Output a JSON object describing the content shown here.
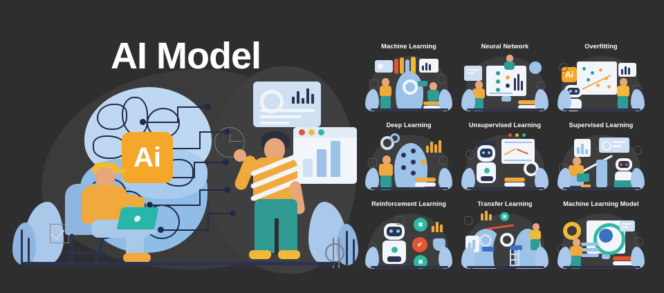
{
  "page": {
    "title": "AI Model",
    "background_color": "#2e2e2e",
    "text_color": "#ffffff"
  },
  "hero": {
    "title": "AI Model",
    "ai_badge_label": "Ai",
    "ai_badge_color": "#f5a729",
    "brain_color_top": "#bfd8f2",
    "brain_color_bottom": "#8fbde8",
    "circuit_color": "#1f2a47",
    "icons": [
      {
        "name": "star-outline-icon",
        "glyph": "☆"
      },
      {
        "name": "brain-outline-icon"
      },
      {
        "name": "checkbox-checked-icon"
      },
      {
        "name": "pie-chart-outline-icon"
      },
      {
        "name": "gear-outline-icon"
      }
    ],
    "characters": [
      {
        "name": "worker-with-laptop",
        "shirt_color": "#f0a93d",
        "hat_color": "#f0b93a"
      },
      {
        "name": "man-pointing",
        "shirt_color": "#f0a93d",
        "pants_color": "#2f9b93"
      }
    ],
    "dashboard_card": {
      "name": "dashboard-card",
      "has_gear": true,
      "has_bar_chart": true
    },
    "browser_window": {
      "name": "browser-chart-window",
      "dot_colors": [
        "#e4572e",
        "#f0b93a",
        "#2fb9a3"
      ]
    }
  },
  "grid": {
    "rows": 3,
    "columns": 3,
    "cells": [
      {
        "id": "machine-learning",
        "label": "Machine Learning"
      },
      {
        "id": "neural-network",
        "label": "Neural Network"
      },
      {
        "id": "overfitting",
        "label": "Overfitting"
      },
      {
        "id": "deep-learning",
        "label": "Deep Learning"
      },
      {
        "id": "unsupervised-learning",
        "label": "Unsupervised Learning"
      },
      {
        "id": "supervised-learning",
        "label": "Supervised Learning"
      },
      {
        "id": "reinforcement-learning",
        "label": "Reinforcement Learning"
      },
      {
        "id": "transfer-learning",
        "label": "Transfer Learning"
      },
      {
        "id": "machine-learning-model",
        "label": "Machine Learning Model"
      }
    ]
  },
  "palette": {
    "background": "#2e2e2e",
    "blob": "#3d3d3d",
    "accent_orange": "#f0a93d",
    "accent_amber": "#f5a729",
    "light_blue": "#a9c8ea",
    "mid_blue": "#9cc2e8",
    "pale_blue": "#cfe0f2",
    "teal": "#2f9b93",
    "navy": "#2b3252",
    "white": "#f2f6fb",
    "red": "#e4572e",
    "cyan": "#2fb9a3"
  }
}
